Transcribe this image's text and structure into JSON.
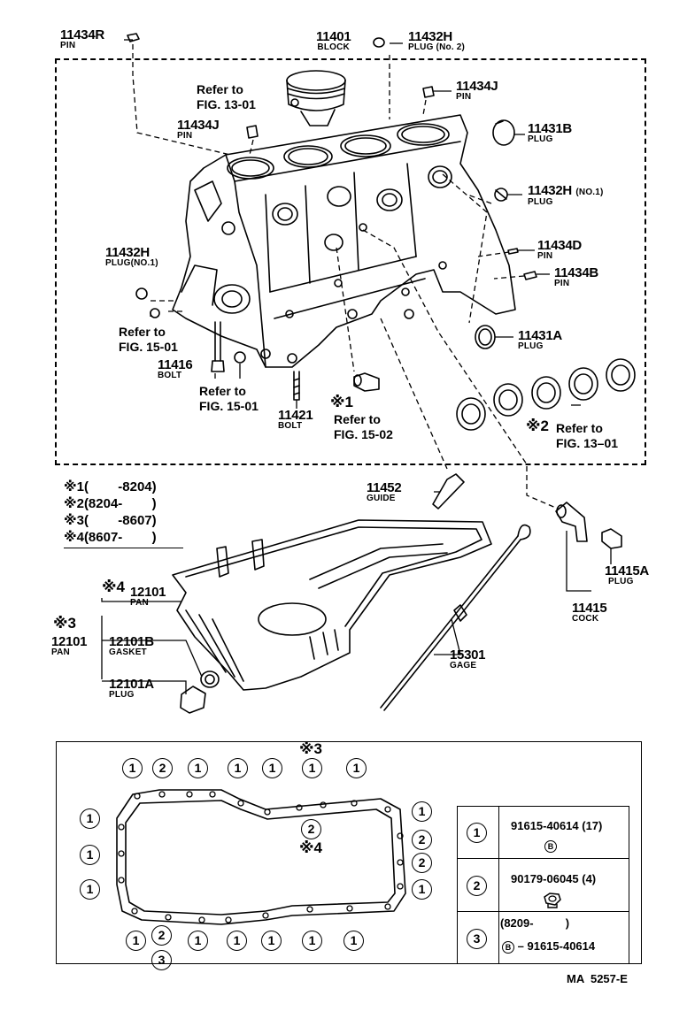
{
  "diagram_code": "MA  5257-E",
  "parts": {
    "p11434R": {
      "number": "11434R",
      "name": "PIN"
    },
    "p11401": {
      "number": "11401",
      "name": "BLOCK"
    },
    "p11432H_top": {
      "number": "11432H",
      "name": "PLUG (No. 2)"
    },
    "p11434J_right": {
      "number": "11434J",
      "name": "PIN"
    },
    "p11434J_left": {
      "number": "11434J",
      "name": "PIN"
    },
    "p11431B": {
      "number": "11431B",
      "name": "PLUG"
    },
    "p11432H_right": {
      "number": "11432H",
      "qualifier": "(NO.1)",
      "name": "PLUG"
    },
    "p11434D": {
      "number": "11434D",
      "name": "PIN"
    },
    "p11434B": {
      "number": "11434B",
      "name": "PIN"
    },
    "p11432H_left": {
      "number": "11432H",
      "name": "PLUG(NO.1)"
    },
    "p11431A": {
      "number": "11431A",
      "name": "PLUG"
    },
    "p11416": {
      "number": "11416",
      "name": "BOLT"
    },
    "p11421": {
      "number": "11421",
      "name": "BOLT"
    },
    "p11452": {
      "number": "11452",
      "name": "GUIDE"
    },
    "p11415A": {
      "number": "11415A",
      "name": "PLUG"
    },
    "p11415": {
      "number": "11415",
      "name": "COCK"
    },
    "p12101_k4": {
      "number": "12101",
      "name": "PAN"
    },
    "p12101_k3": {
      "number": "12101",
      "name": "PAN"
    },
    "p12101B": {
      "number": "12101B",
      "name": "GASKET"
    },
    "p12101A": {
      "number": "12101A",
      "name": "PLUG"
    },
    "p15301": {
      "number": "15301",
      "name": "GAGE"
    }
  },
  "refs": {
    "r_fig1301_top": "Refer to\nFIG. 13-01",
    "r_fig1501_a": "Refer to\nFIG. 15-01",
    "r_fig1501_b": "Refer to\nFIG. 15-01",
    "r_fig1502": "Refer to\nFIG. 15-02",
    "r_fig1301_bottom": "Refer to\nFIG. 13–01"
  },
  "markers": {
    "k1": "※1",
    "k2": "※2",
    "k3_left": "※3",
    "k4_pan": "※4",
    "k3_gasket": "※3",
    "k4_gasket": "※4"
  },
  "notes": [
    {
      "mark": "※1",
      "range": "(        -8204)"
    },
    {
      "mark": "※2",
      "range": "(8204-        )"
    },
    {
      "mark": "※3",
      "range": "(        -8607)"
    },
    {
      "mark": "※4",
      "range": "(8607-        )"
    }
  ],
  "gasket_circles": {
    "top_row": [
      "1",
      "2",
      "1",
      "1",
      "1",
      "1",
      "1"
    ],
    "bottom_row": [
      "1",
      "2",
      "1",
      "1",
      "1",
      "1",
      "1"
    ],
    "bottom_extra": "3",
    "left_col": [
      "1",
      "1",
      "1"
    ],
    "right_col": [
      "1",
      "2",
      "2",
      "1"
    ],
    "center": "2"
  },
  "legend": {
    "rows": [
      {
        "key": "1",
        "text": "91615-40614 (17)",
        "symbol": "B"
      },
      {
        "key": "2",
        "text": "90179-06045 (4)"
      },
      {
        "key": "3",
        "text": "(8209-          )",
        "text2": "91615-40614",
        "symbol": "B"
      }
    ]
  }
}
